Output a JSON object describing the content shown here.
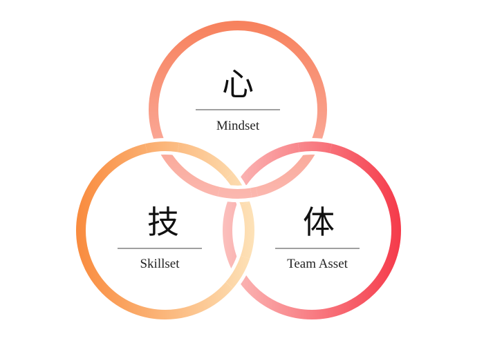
{
  "circles": [
    {
      "id": "top",
      "kanji": "心",
      "label": "Mindset",
      "gradient": [
        "#f7815c",
        "#fbb8b0"
      ]
    },
    {
      "id": "left",
      "kanji": "技",
      "label": "Skillset",
      "gradient": [
        "#f98b3e",
        "#fde2b8"
      ]
    },
    {
      "id": "right",
      "kanji": "体",
      "label": "Team Asset",
      "gradient": [
        "#fbc0bd",
        "#f53a4a"
      ]
    }
  ],
  "colors": {
    "divider": "#666666",
    "text": "#111111"
  }
}
